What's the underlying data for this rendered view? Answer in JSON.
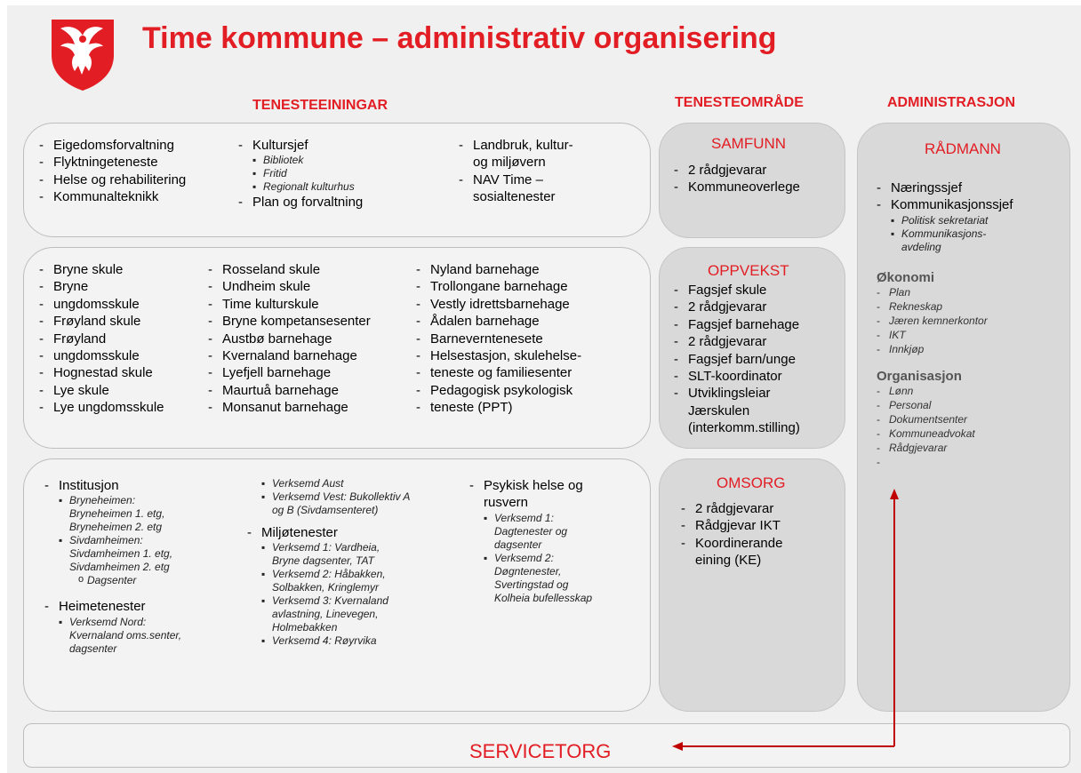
{
  "header": {
    "title": "Time kommune – administrativ organisering",
    "logo_icon": "bird-crest-shield-icon"
  },
  "columns": {
    "tenesteeiningar": "TENESTEEININGAR",
    "tenesteomrade": "TENESTEOMRÅDE",
    "administrasjon": "ADMINISTRASJON"
  },
  "box1": {
    "col1": [
      "Eigedomsforvaltning",
      "Flyktningeteneste",
      "Helse og rehabilitering",
      "Kommunalteknikk"
    ],
    "col2": {
      "item1": "Kultursjef",
      "sub": [
        "Bibliotek",
        "Fritid",
        "Regionalt kulturhus"
      ],
      "item2": "Plan og forvaltning"
    },
    "col3": [
      {
        "l1": "Landbruk, kultur-",
        "l2": "og miljøvern"
      },
      {
        "l1": "NAV Time –",
        "l2": "sosialtenester"
      }
    ]
  },
  "box2": {
    "col1": [
      "Bryne skule",
      "Bryne",
      "ungdomsskule",
      "Frøyland skule",
      "Frøyland",
      "ungdomsskule",
      "Hognestad skule",
      "Lye skule",
      "Lye ungdomsskule"
    ],
    "col2": [
      "Rosseland skule",
      "Undheim skule",
      "Time kulturskule",
      "Bryne kompetansesenter",
      "Austbø barnehage",
      "Kvernaland barnehage",
      "Lyefjell barnehage",
      "Maurtuå barnehage",
      "Monsanut barnehage"
    ],
    "col3": [
      "Nyland barnehage",
      "Trollongane barnehage",
      "Vestly idrettsbarnehage",
      "Ådalen barnehage",
      "Barneverntenesete",
      "Helsestasjon, skulehelse-",
      "teneste og familiesenter",
      "Pedagogisk psykologisk",
      "teneste (PPT)"
    ]
  },
  "box3": {
    "institusjon": "Institusjon",
    "inst_sub": [
      "Bryneheimen:",
      "Bryneheimen 1. etg,",
      "Bryneheimen 2. etg",
      "Sivdamheimen:",
      "Sivdamheimen 1. etg,",
      "Sivdamheimen 2. etg"
    ],
    "dagsenter": "Dagsenter",
    "heimetenester": "Heimetenester",
    "heime_sub": [
      "Verksemd Nord:",
      "Kvernaland oms.senter,",
      "dagsenter"
    ],
    "col2_top": [
      "Verksemd Aust",
      "Verksemd Vest: Bukollektiv A",
      "og B (Sivdamsenteret)"
    ],
    "miljotenester": "Miljøtenester",
    "miljo_sub": [
      "Verksemd 1: Vardheia,",
      "Bryne dagsenter, TAT",
      "Verksemd 2: Håbakken,",
      "Solbakken, Kringlemyr",
      "Verksemd 3: Kvernaland",
      "avlastning, Linevegen,",
      "Holmebakken",
      "Verksemd 4: Røyrvika"
    ],
    "psykisk": [
      "Psykisk helse og",
      "rusvern"
    ],
    "psyk_sub": [
      "Verksemd 1:",
      "Dagtenester og",
      "dagsenter",
      "Verksemd 2:",
      "Døgntenester,",
      "Svertingstad og",
      "Kolheia bufellesskap"
    ]
  },
  "samfunn": {
    "title": "SAMFUNN",
    "items": [
      "2 rådgjevarar",
      "Kommuneoverlege"
    ]
  },
  "oppvekst": {
    "title": "OPPVEKST",
    "items": [
      "Fagsjef skule",
      "2 rådgjevarar",
      "Fagsjef barnehage",
      "2 rådgjevarar",
      "Fagsjef barn/unge",
      "SLT-koordinator",
      "Utviklingsleiar",
      "Jærskulen",
      "(interkomm.stilling)"
    ]
  },
  "omsorg": {
    "title": "OMSORG",
    "items": [
      "2 rådgjevarar",
      "Rådgjevar IKT",
      "Koordinerande",
      "eining (KE)"
    ]
  },
  "radmann": {
    "title": "RÅDMANN",
    "items": [
      "Næringssjef",
      "Kommunikasjonssjef"
    ],
    "sub": [
      "Politisk sekretariat",
      "Kommunikasjons-",
      "avdeling"
    ],
    "okonomi": "Økonomi",
    "okonomi_items": [
      "Plan",
      "Rekneskap",
      "Jæren kemnerkontor",
      "IKT",
      "Innkjøp"
    ],
    "organisasjon": "Organisasjon",
    "org_items": [
      "Lønn",
      "Personal",
      "Dokumentsenter",
      "Kommuneadvokat",
      "Rådgjevarar",
      ""
    ]
  },
  "service": {
    "label": "SERVICETORG"
  },
  "colors": {
    "accent": "#e21d24"
  }
}
